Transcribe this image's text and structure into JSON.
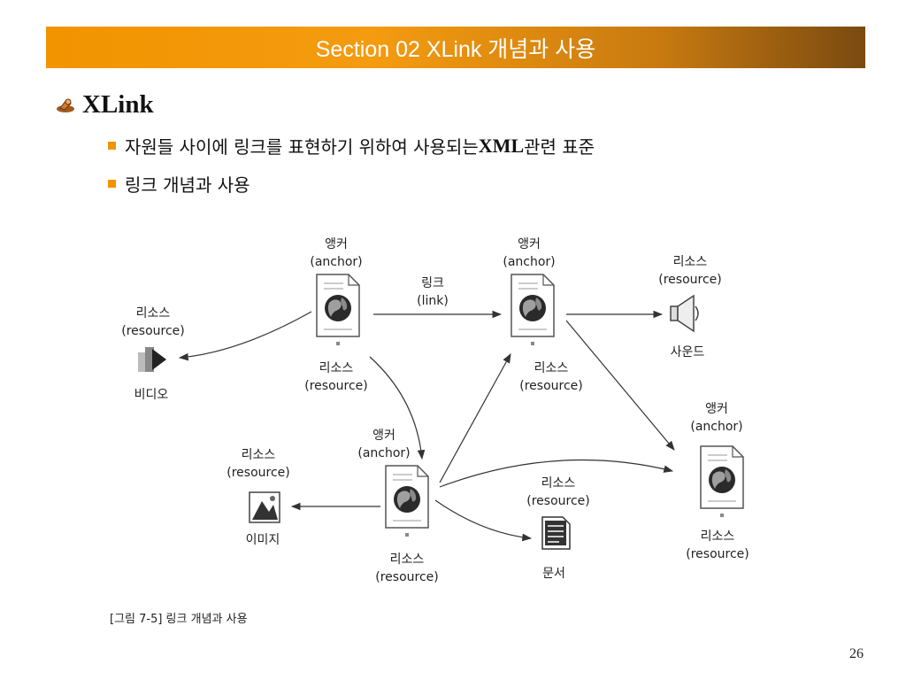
{
  "slide": {
    "title": "Section 02 XLink 개념과 사용",
    "heading": "XLink",
    "bullets": [
      {
        "text": "자원들 사이에 링크를 표현하기 위하여 사용되는 ",
        "bold": "XML",
        "tail": " 관련 표준"
      },
      {
        "text": "링크 개념과 사용"
      }
    ],
    "caption": "[그림 7-5] 링크 개념과 사용",
    "page_number": "26"
  },
  "diagram": {
    "anchor_ko": "앵커",
    "anchor_en": "(anchor)",
    "resource_ko": "리소스",
    "resource_en": "(resource)",
    "link_ko": "링크",
    "link_en": "(link)",
    "video": "비디오",
    "sound": "사운드",
    "image": "이미지",
    "document": "문서"
  },
  "colors": {
    "accent": "#f29400",
    "arrow": "#333333"
  }
}
